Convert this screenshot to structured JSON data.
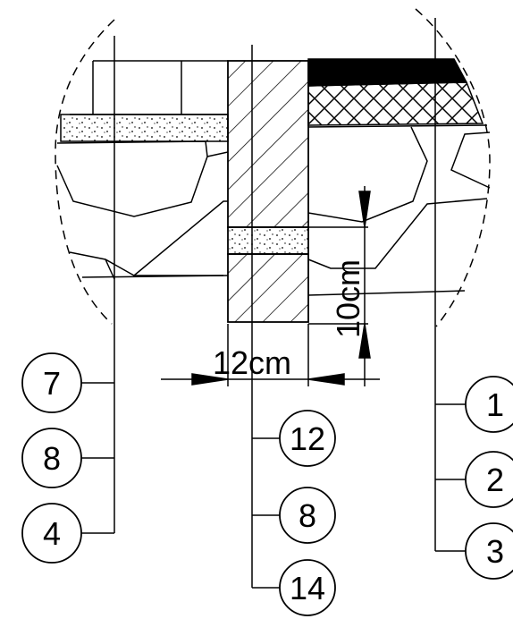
{
  "dimensions": {
    "width_label": "12cm",
    "height_label": "10cm"
  },
  "callouts_left": [
    "7",
    "8",
    "4"
  ],
  "callouts_center": [
    "12",
    "8",
    "14"
  ],
  "callouts_right": [
    "1",
    "2",
    "3"
  ],
  "colors": {
    "line": "#000000",
    "background": "#ffffff"
  }
}
